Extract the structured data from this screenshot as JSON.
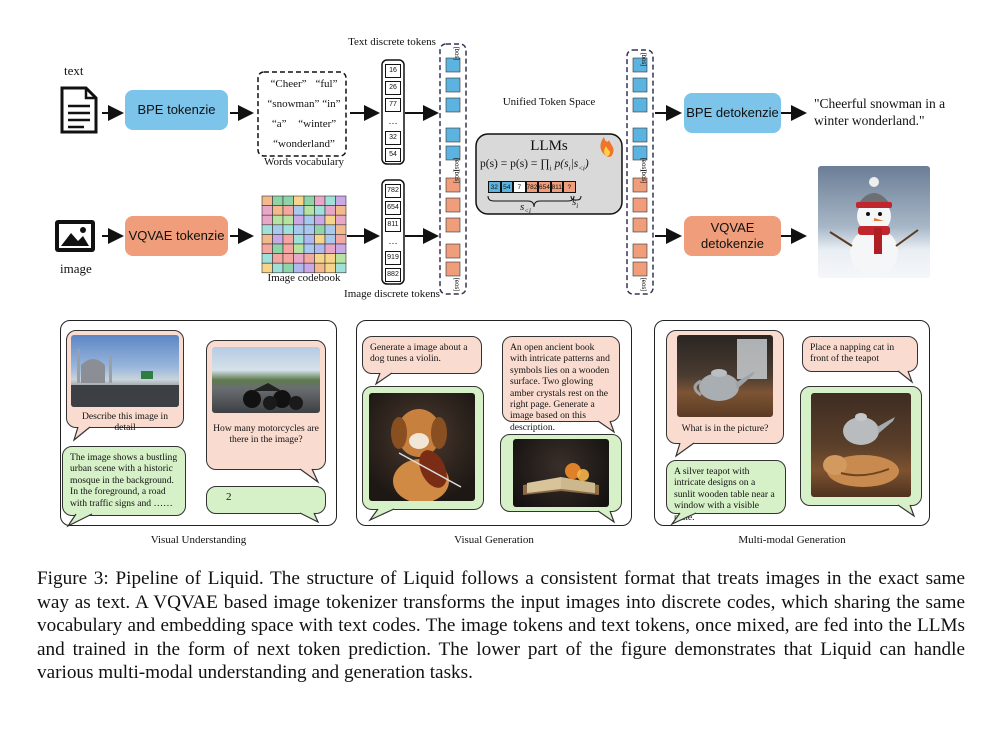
{
  "pipeline": {
    "text_label": "text",
    "image_label": "image",
    "bpe_tokenize": "BPE tokenzie",
    "vqvae_tokenize": "VQVAE tokenzie",
    "words": [
      "“Cheer”",
      "“ful”",
      "“snowman”",
      "“in”",
      "“a”",
      "“winter”",
      "“wonderland”"
    ],
    "words_vocab_label": "Words vocabulary",
    "image_codebook_label": "Image codebook",
    "text_tokens_label": "Text discrete tokens",
    "image_tokens_label": "Image discrete tokens",
    "text_tokens": [
      "16",
      "26",
      "77",
      "…",
      "32",
      "54"
    ],
    "image_tokens": [
      "782",
      "654",
      "811",
      "…",
      "919",
      "882"
    ],
    "bos": "[bos]",
    "eos": "[eos]",
    "unified_space": "Unified Token Space",
    "llm_title": "LLMs",
    "llm_formula": "p(s) = p(s) = ∏",
    "llm_formula_sub": "i",
    "llm_formula_tail": "p(s",
    "llm_formula_tail2": "|s",
    "llm_formula_tail3": "<i",
    "llm_formula_end": ")",
    "seq_tokens": [
      "32",
      "54",
      "7",
      "782",
      "654",
      "811",
      "?"
    ],
    "s_lt_i": "s",
    "s_lt_i_sub": "<i",
    "s_i": "s",
    "s_i_sub": "i",
    "bpe_detokenize": "BPE detokenzie",
    "vqvae_detokenize": "VQVAE detokenzie",
    "output_text": "\"Cheerful snowman in a winter wonderland.\""
  },
  "panels": {
    "understanding": {
      "label": "Visual Understanding",
      "q1": "Describe this image in detail",
      "a1": "The image shows a bustling urban scene with a historic mosque in the background. In the foreground, a road with traffic signs and ……",
      "q2": "How many motorcycles are there in the image?",
      "a2": "2"
    },
    "generation": {
      "label": "Visual Generation",
      "q1": "Generate a image about a dog tunes a violin.",
      "q2": "An open ancient book with intricate patterns and symbols lies on a wooden surface. Two glowing amber crystals rest on the right page. Generate a image based on this description."
    },
    "multimodal": {
      "label": "Multi-modal Generation",
      "q1": "What is in the picture?",
      "a1": "A silver teapot with intricate designs on a sunlit wooden table near a window with a visible pane.",
      "q2": "Place a napping cat in front of the teapot"
    }
  },
  "caption": "Figure 3: Pipeline of Liquid. The structure of Liquid follows a consistent format that treats images in the exact same way as text. A VQVAE based image tokenizer transforms the input images into discrete codes, which sharing the same vocabulary and embedding space with text codes. The image tokens and text tokens, once mixed, are fed into the LLMs and trained in the form of next token prediction. The lower part of the figure demonstrates that Liquid can handle various multi-modal understanding and generation tasks.",
  "colors": {
    "blue_token": "#5cb3e0",
    "orange_token": "#ef9d7a",
    "bubble_pink": "#f9dccf",
    "bubble_green": "#d6f0c8",
    "llm_gray": "#d9d9d9"
  },
  "icons": [
    "document-icon",
    "image-icon",
    "fire-icon"
  ]
}
